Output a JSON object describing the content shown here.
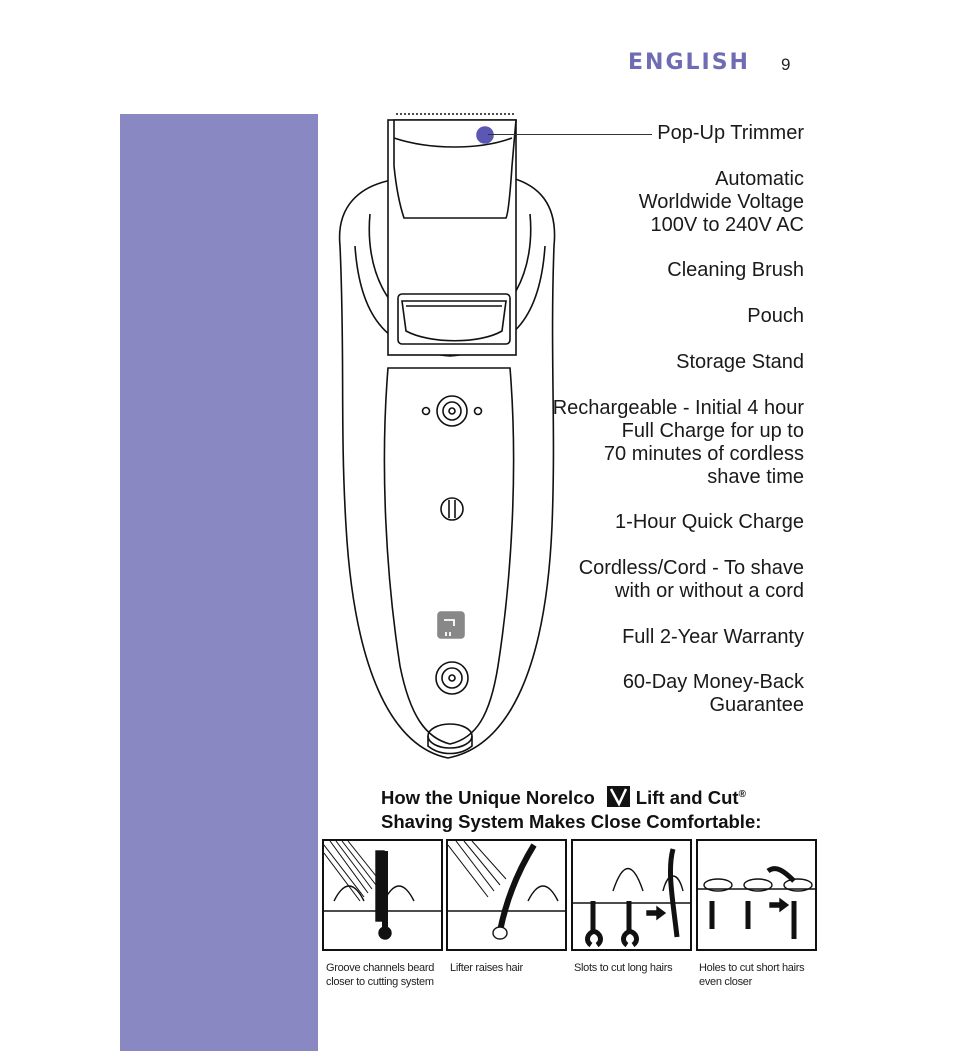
{
  "header": {
    "language": "ENGLISH",
    "page_number": "9"
  },
  "features": [
    "Pop-Up Trimmer",
    "Automatic\nWorldwide Voltage\n100V to 240V AC",
    "Cleaning Brush",
    "Pouch",
    "Storage Stand",
    "Rechargeable - Initial 4 hour\nFull Charge for up to\n70 minutes of cordless\nshave time",
    "1-Hour Quick Charge",
    "Cordless/Cord - To shave\nwith or without a cord",
    "Full 2-Year Warranty",
    "60-Day Money-Back\nGuarantee"
  ],
  "section": {
    "title_line1_a": "How the Unique Norelco",
    "title_line1_b": "Lift and Cut",
    "registered": "®",
    "title_line2": "Shaving System Makes Close Comfortable:"
  },
  "steps": [
    "Groove channels beard\ncloser to cutting system",
    "Lifter raises hair",
    "Slots to cut long hairs",
    "Holes to cut short hairs\neven closer"
  ],
  "colors": {
    "sidebar": "#8a88c2",
    "accent": "#6f6cb3",
    "trimmer_dot": "#5b57b5"
  }
}
